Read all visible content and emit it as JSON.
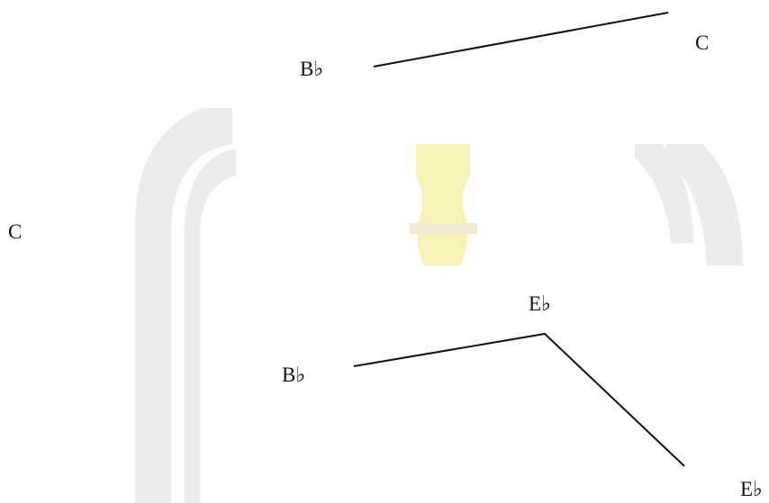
{
  "colors": {
    "background": "#ffffff",
    "line": "#111111",
    "text": "#111111",
    "watermark_gray": "#ececec",
    "watermark_yellow": "#f8f1b8"
  },
  "upper_figure": {
    "start_note": "B♭",
    "end_note": "C"
  },
  "side_label": "C",
  "lower_figure": {
    "start_note": "B♭",
    "peak_note": "E♭",
    "end_note": "E♭"
  }
}
